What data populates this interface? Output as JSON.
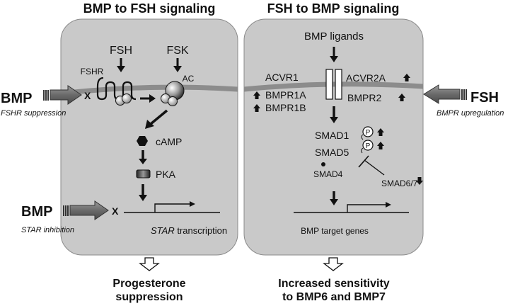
{
  "left_panel": {
    "title": "BMP to FSH signaling",
    "fsh": "FSH",
    "fsk": "FSK",
    "fshr": "FSHR",
    "ac": "AC",
    "camp": "cAMP",
    "pka": "PKA",
    "transcription_gene": "STAR",
    "transcription_word": " transcription",
    "bmp_top": "BMP",
    "bmp_top_note": "FSHR suppression",
    "bmp_bottom": "BMP",
    "bmp_bottom_note": "STAR inhibition",
    "block_mark": "X",
    "outcome_line1": "Progesterone",
    "outcome_line2": "suppression"
  },
  "right_panel": {
    "title": "FSH to BMP signaling",
    "ligands": "BMP ligands",
    "acvr1": "ACVR1",
    "bmpr1a": "BMPR1A",
    "bmpr1b": "BMPR1B",
    "acvr2a": "ACVR2A",
    "bmpr2": "BMPR2",
    "fsh": "FSH",
    "fsh_note": "BMPR upregulation",
    "smad1": "SMAD1",
    "smad5": "SMAD5",
    "smad4": "SMAD4",
    "smad67": "SMAD6/7",
    "phospho": "P",
    "target_genes": "BMP target genes",
    "outcome_line1": "Increased sensitivity",
    "outcome_line2": "to BMP6 and BMP7"
  },
  "colors": {
    "panel": "#c9c9c9",
    "panel_edge": "#8a8a8a",
    "membrane": "#8c8c8c",
    "block_arrow": "#6e6e6e",
    "ink": "#111111"
  }
}
